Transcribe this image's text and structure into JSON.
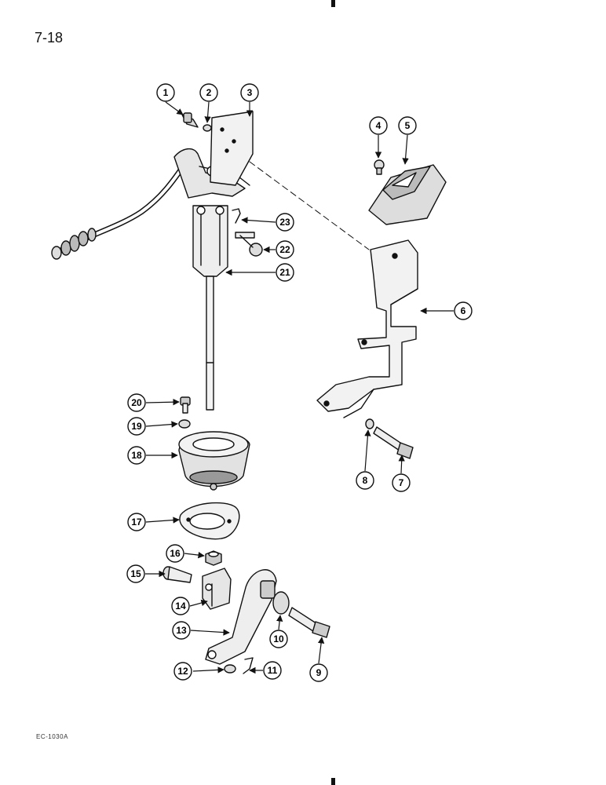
{
  "page": {
    "number": "7-18",
    "figure_code": "EC-1030A"
  },
  "parts": [
    {
      "id": "1",
      "label": "1"
    },
    {
      "id": "2",
      "label": "2"
    },
    {
      "id": "3",
      "label": "3"
    },
    {
      "id": "4",
      "label": "4"
    },
    {
      "id": "5",
      "label": "5"
    },
    {
      "id": "6",
      "label": "6"
    },
    {
      "id": "7",
      "label": "7"
    },
    {
      "id": "8",
      "label": "8"
    },
    {
      "id": "9",
      "label": "9"
    },
    {
      "id": "10",
      "label": "10"
    },
    {
      "id": "11",
      "label": "11"
    },
    {
      "id": "12",
      "label": "12"
    },
    {
      "id": "13",
      "label": "13"
    },
    {
      "id": "14",
      "label": "14"
    },
    {
      "id": "15",
      "label": "15"
    },
    {
      "id": "16",
      "label": "16"
    },
    {
      "id": "17",
      "label": "17"
    },
    {
      "id": "18",
      "label": "18"
    },
    {
      "id": "19",
      "label": "19"
    },
    {
      "id": "20",
      "label": "20"
    },
    {
      "id": "21",
      "label": "21"
    },
    {
      "id": "22",
      "label": "22"
    },
    {
      "id": "23",
      "label": "23"
    }
  ]
}
